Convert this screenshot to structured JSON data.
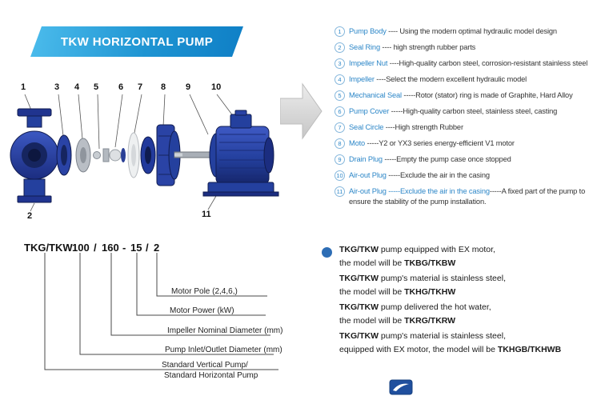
{
  "header": {
    "title": "TKW HORIZONTAL PUMP"
  },
  "colors": {
    "banner_blue": "#1e94d2",
    "part_name_blue": "#2d87c8",
    "pump_blue": "#24409e",
    "bullet_blue": "#2d6db5"
  },
  "diagram": {
    "labels_top": [
      "1",
      "3",
      "4",
      "5",
      "6",
      "7",
      "8",
      "9",
      "10"
    ],
    "label_bottom_left": "2",
    "label_bottom_right": "11"
  },
  "parts": {
    "items": [
      {
        "num": "1",
        "name": "Pump Body",
        "desc": " ---- Using the modern optimal hydraulic model design"
      },
      {
        "num": "2",
        "name": "Seal Ring",
        "desc": " ---- high strength rubber parts"
      },
      {
        "num": "3",
        "name": "Impeller Nut",
        "desc": " ----High-quality carbon steel, corrosion-resistant stainless steel"
      },
      {
        "num": "4",
        "name": "Impeller",
        "desc": " ----Select the modern excellent hydraulic model"
      },
      {
        "num": "5",
        "name": "Mechanical Seal",
        "desc": " -----Rotor (stator) ring is made of Graphite, Hard Alloy"
      },
      {
        "num": "6",
        "name": "Pump Cover",
        "desc": " -----High-quality carbon steel, stainless steel, casting"
      },
      {
        "num": "7",
        "name": "Seal Circle",
        "desc": " ----High strength Rubber"
      },
      {
        "num": "8",
        "name": "Moto",
        "desc": " -----Y2 or YX3 series energy-efficient V1 motor"
      },
      {
        "num": "9",
        "name": "Drain Plug",
        "desc": " -----Empty the pump case once stopped"
      },
      {
        "num": "10",
        "name": "Air-out Plug",
        "desc": " -----Exclude the air in the casing"
      },
      {
        "num": "11",
        "name": "Air-out Plug",
        "desc_blue": " -----Exclude the air in the casing",
        "desc": "-----A fixed part of the pump to ensure the stability of the pump installation."
      }
    ]
  },
  "model": {
    "tokens": {
      "series": "TKG/TKW",
      "inlet": "100",
      "sep1": "/",
      "impeller": "160",
      "sep2": "-",
      "power": "15",
      "sep3": "/",
      "pole": "2"
    },
    "labels": {
      "pole": "Motor Pole (2,4,6,)",
      "power": "Motor Power  (kW)",
      "impeller": "Impeller Nominal Diameter (mm)",
      "inlet": "Pump Inlet/Outlet Diameter (mm)",
      "series1": "Standard Vertical Pump/",
      "series2": "Standard  Horizontal Pump"
    }
  },
  "notes": {
    "items": [
      {
        "b1": "TKG/TKW",
        "r1": " pump equipped with EX motor,",
        "r2": "the model will be ",
        "b2": "TKBG/TKBW"
      },
      {
        "b1": "TKG/TKW",
        "r1": " pump's material is stainless steel,",
        "r2": "the model will be ",
        "b2": "TKHG/TKHW"
      },
      {
        "b1": "TKG/TKW",
        "r1": " pump delivered the hot water,",
        "r2": "the model will be ",
        "b2": "TKRG/TKRW"
      },
      {
        "b1": "TKG/TKW",
        "r1": " pump's material is stainless steel,",
        "r2": "equipped with EX motor, the model will be ",
        "b2": "TKHGB/TKHWB"
      }
    ]
  }
}
